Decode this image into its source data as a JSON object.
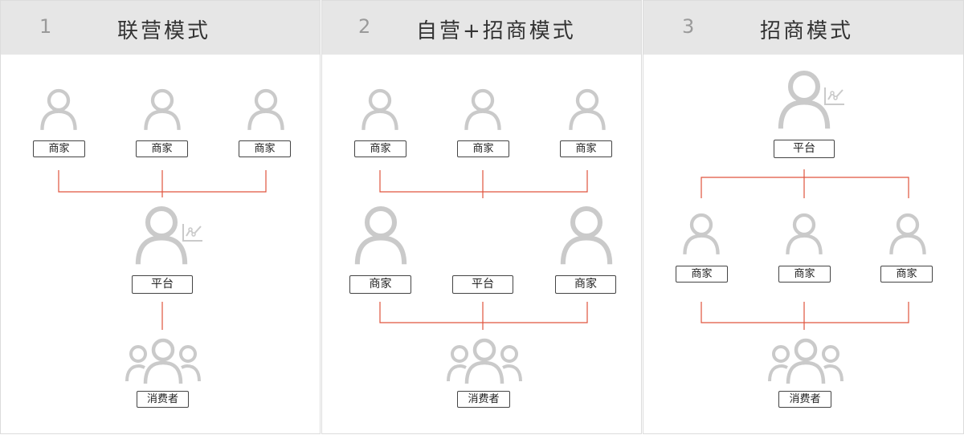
{
  "panels": [
    {
      "number": "1",
      "title": "联营模式",
      "labels": {
        "m1": "商家",
        "m2": "商家",
        "m3": "商家",
        "platform": "平台",
        "consumer": "消费者"
      }
    },
    {
      "number": "2",
      "title": "自营+招商模式",
      "labels": {
        "m1": "商家",
        "m2": "商家",
        "m3": "商家",
        "big_left": "商家",
        "platform": "平台",
        "big_right": "商家",
        "consumer": "消费者"
      }
    },
    {
      "number": "3",
      "title": "招商模式",
      "labels": {
        "platform": "平台",
        "m1": "商家",
        "m2": "商家",
        "m3": "商家",
        "consumer": "消费者"
      }
    }
  ],
  "colors": {
    "icon": "#cacaca",
    "connector": "#e0533d",
    "header_bg": "#e6e6e6"
  },
  "icons": {
    "person": "person-icon",
    "group": "consumer-group-icon",
    "chart": "line-chart-icon"
  }
}
